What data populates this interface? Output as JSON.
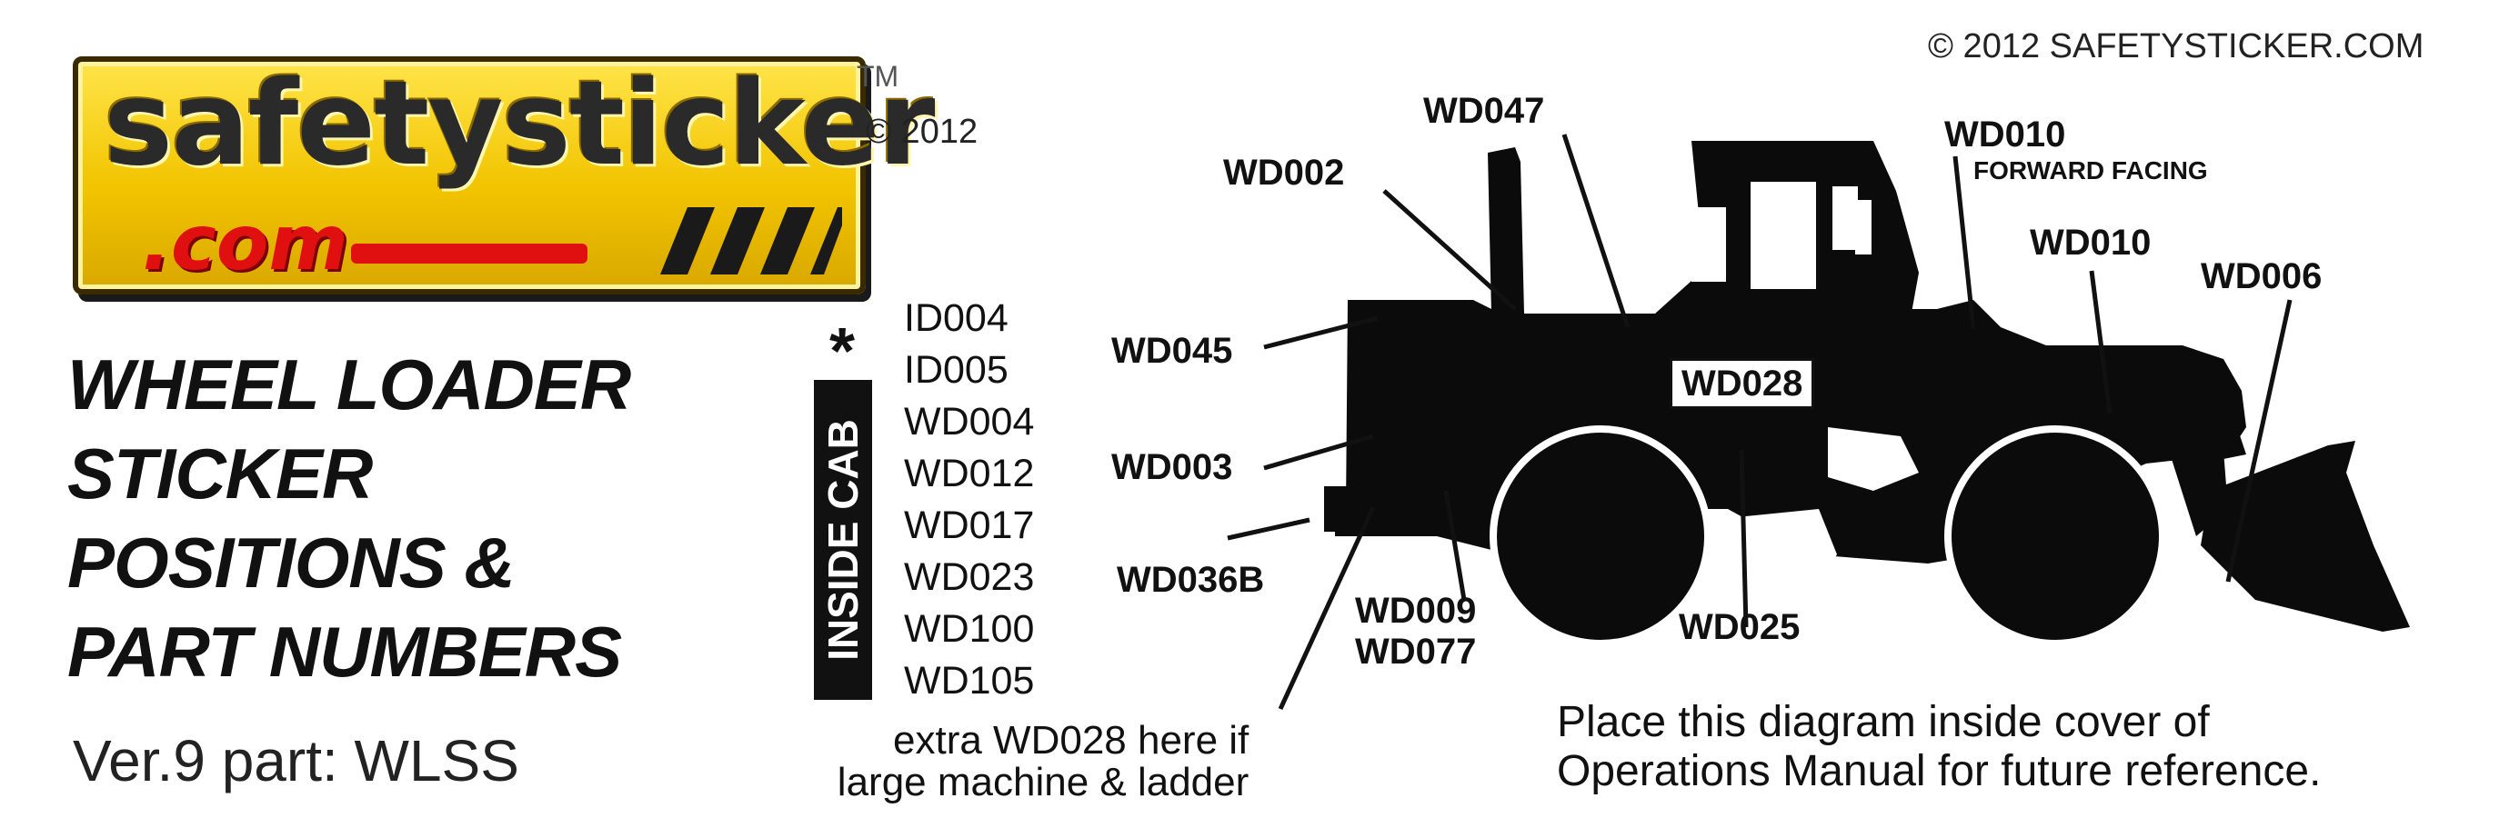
{
  "logo": {
    "main_text": "safetysticker",
    "dotcom_text": ".com",
    "tm": "TM",
    "copyright": "© 2012"
  },
  "header_copyright": "© 2012 SAFETYSTICKER.COM",
  "title_lines": [
    "WHEEL LOADER",
    "STICKER",
    "POSITIONS &",
    "PART NUMBERS"
  ],
  "version": "Ver.9  part: WLSS",
  "inside_cab": {
    "asterisk": "*",
    "badge": "INSIDE CAB",
    "items": [
      "ID004",
      "ID005",
      "WD004",
      "WD012",
      "WD017",
      "WD023",
      "WD100",
      "WD105"
    ]
  },
  "labels": {
    "wd002": "WD002",
    "wd047": "WD047",
    "wd010_top": "WD010",
    "forward_facing": "FORWARD FACING",
    "wd010_arm": "WD010",
    "wd006": "WD006",
    "wd045": "WD045",
    "wd028": "WD028",
    "wd003": "WD003",
    "wd036b": "WD036B",
    "wd009": "WD009",
    "wd077": "WD077",
    "wd025": "WD025",
    "cab_asterisk": "*"
  },
  "extra_note": [
    "extra WD028 here if",
    "large machine & ladder"
  ],
  "footer_note": [
    "Place this diagram inside cover of",
    "Operations Manual for future reference."
  ]
}
